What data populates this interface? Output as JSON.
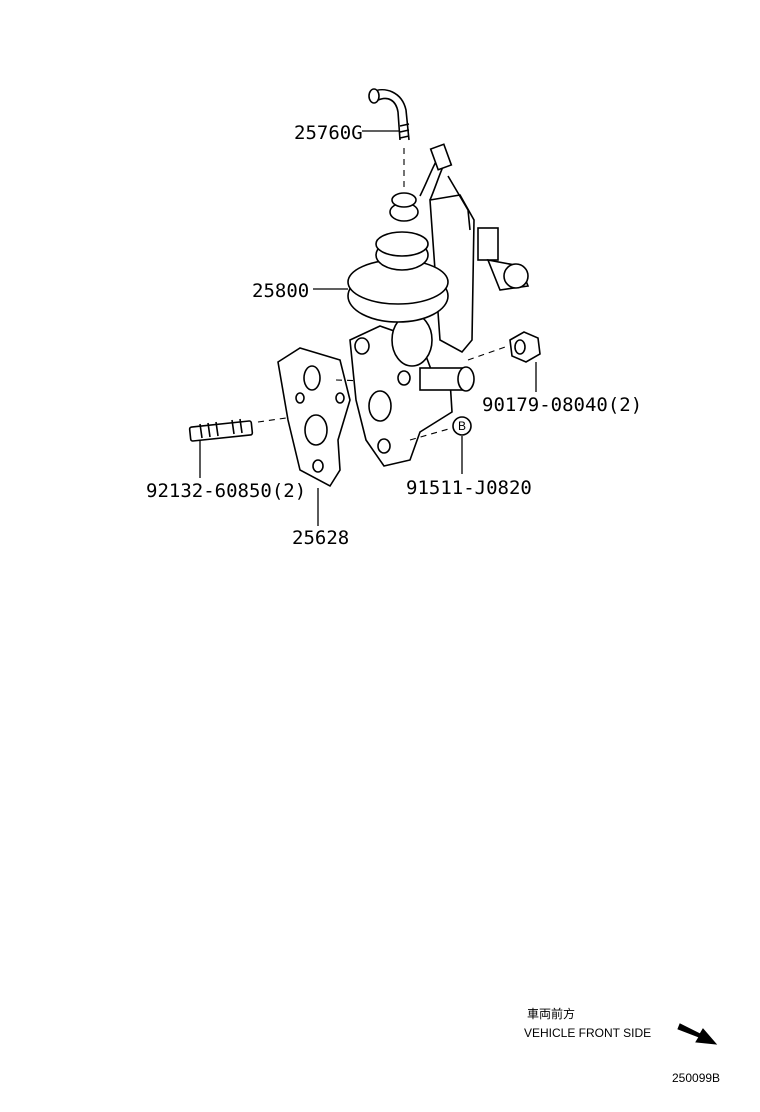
{
  "callouts": {
    "hose": "25760G",
    "egr_valve": "25800",
    "nut": "90179-08040(2)",
    "clip_b": "91511-J0820",
    "clip_b_symbol": "B",
    "stud_bolt": "92132-60850(2)",
    "gasket": "25628"
  },
  "footer": {
    "front_side_jp": "車両前方",
    "front_side_en": "VEHICLE FRONT SIDE",
    "diagram_code": "250099B"
  }
}
